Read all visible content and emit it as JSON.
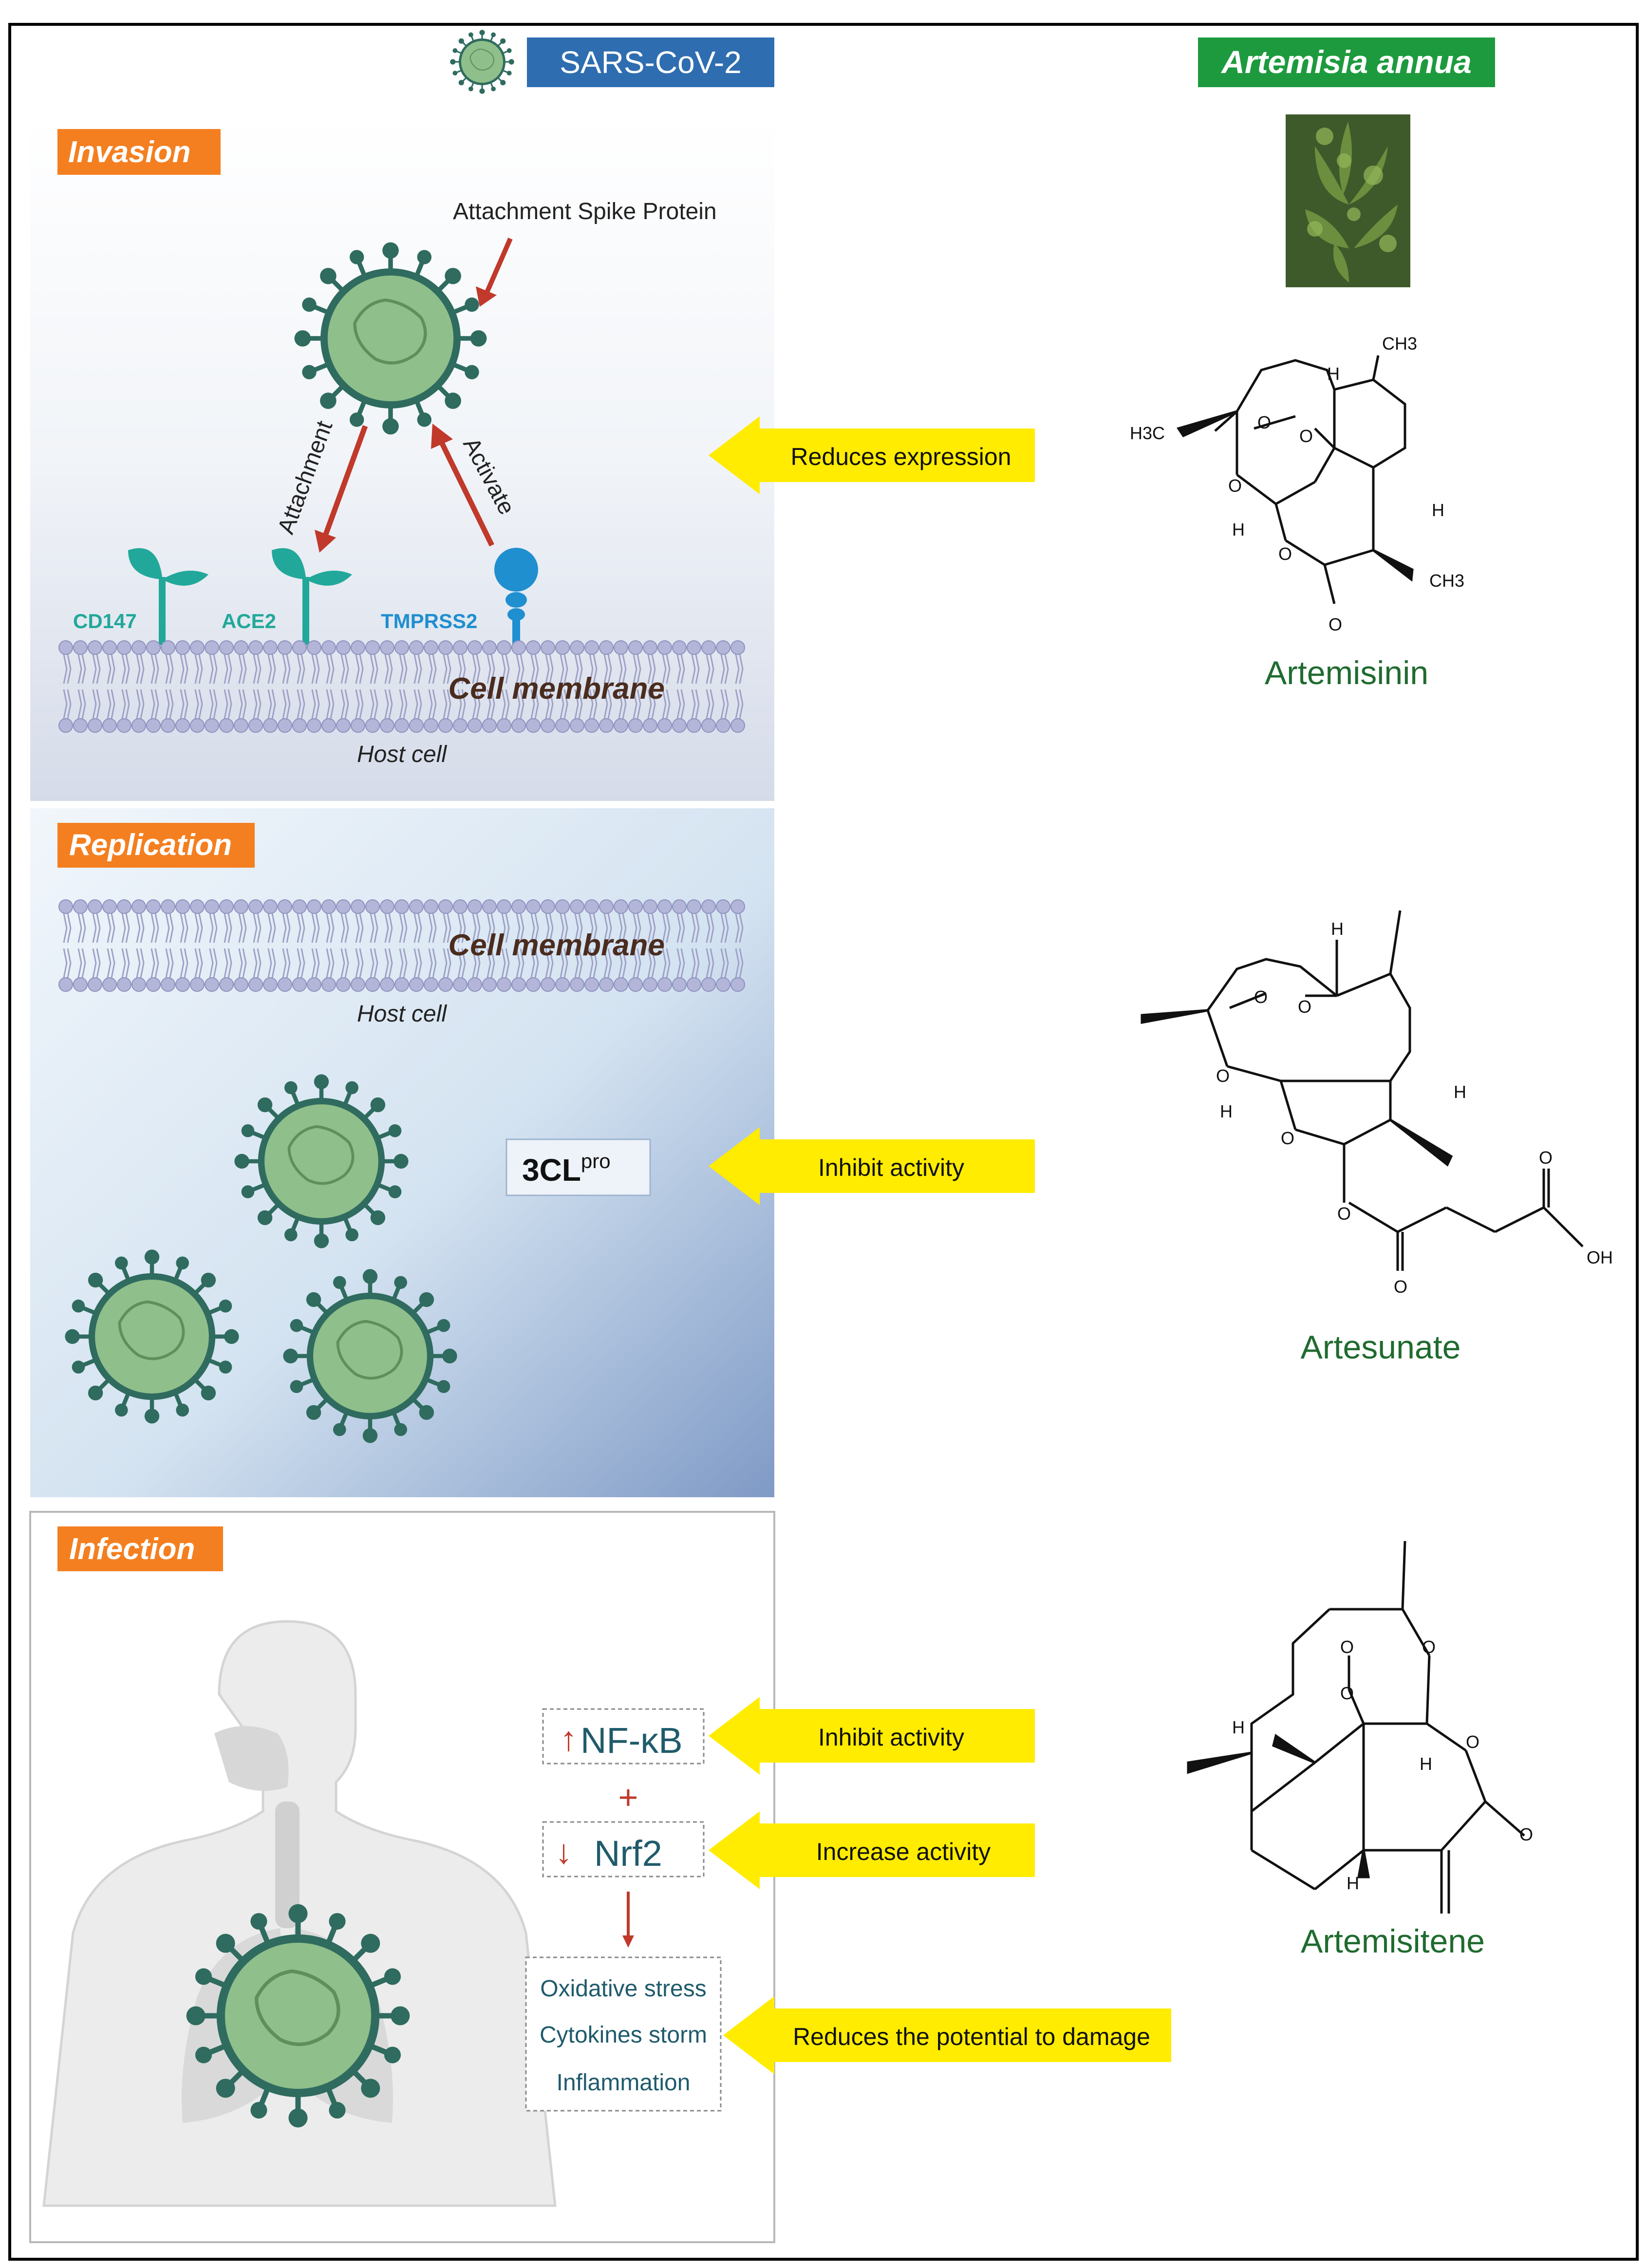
{
  "header": {
    "virus_label": "SARS-CoV-2",
    "plant_label": "Artemisia annua"
  },
  "panels": {
    "invasion": {
      "tag": "Invasion",
      "spike_label": "Attachment Spike Protein",
      "attachment_label": "Attachment",
      "activate_label": "Activate",
      "receptors": [
        "CD147",
        "ACE2",
        "TMPRSS2"
      ],
      "membrane_label": "Cell membrane",
      "host_label": "Host cell"
    },
    "replication": {
      "tag": "Replication",
      "membrane_label": "Cell membrane",
      "host_label": "Host cell",
      "protease_label": "3CL",
      "protease_sup": "pro"
    },
    "infection": {
      "tag": "Infection",
      "nfkb_arrow": "↑",
      "nfkb_label": "NF-κB",
      "plus": "+",
      "nrf2_arrow": "↓",
      "nrf2_label": "Nrf2",
      "outcomes": [
        "Oxidative stress",
        "Cytokines storm",
        "Inflammation"
      ]
    }
  },
  "actions": [
    "Reduces expression",
    "Inhibit activity",
    "Inhibit activity",
    "Increase activity",
    "Reduces the potential to damage"
  ],
  "compounds": {
    "artemisinin": {
      "name": "Artemisinin",
      "atoms": [
        "CH3",
        "H",
        "H3C",
        "O",
        "O",
        "O",
        "H",
        "H",
        "O",
        "CH3",
        "O"
      ]
    },
    "artesunate": {
      "name": "Artesunate",
      "atoms": [
        "H",
        "O",
        "O",
        "O",
        "H",
        "H",
        "O",
        "O",
        "O",
        "O",
        "OH"
      ]
    },
    "artemisitene": {
      "name": "Artemisitene",
      "atoms": [
        "O",
        "O",
        "O",
        "H",
        "H",
        "O",
        "O",
        "H"
      ]
    }
  },
  "colors": {
    "virus_label_bg": "#2e6db0",
    "plant_label_bg": "#1e9a3e",
    "tag_bg": "#f47f20",
    "arrow_yellow": "#ffec00",
    "red_arrow": "#c0392b",
    "virus_body": "#8fbf8a",
    "virus_edge": "#2f6b5f",
    "compound_name": "#1f6b2f",
    "receptor": "#22a89a",
    "tmprss2": "#1f8fd0"
  }
}
